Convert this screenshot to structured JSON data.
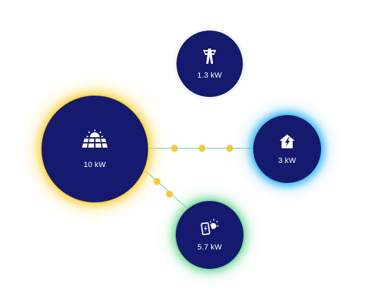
{
  "colors": {
    "node_fill": "#151a6e",
    "solar_glow": "#f7d03c",
    "home_glow": "#40b9f0",
    "battery_glow": "#6ed796",
    "flow_line": "#7fd1b0",
    "flow_dot": "#f5c83a"
  },
  "nodes": {
    "grid": {
      "icon": "power-pylon-icon",
      "value": "1.3 kW"
    },
    "solar": {
      "icon": "solar-panel-icon",
      "value": "10 kW"
    },
    "home": {
      "icon": "home-energy-icon",
      "value": "3 kW"
    },
    "battery": {
      "icon": "battery-sun-icon",
      "value": "5.7 kW"
    }
  },
  "flows": [
    {
      "from": "solar",
      "to": "home"
    },
    {
      "from": "solar",
      "to": "battery"
    }
  ]
}
